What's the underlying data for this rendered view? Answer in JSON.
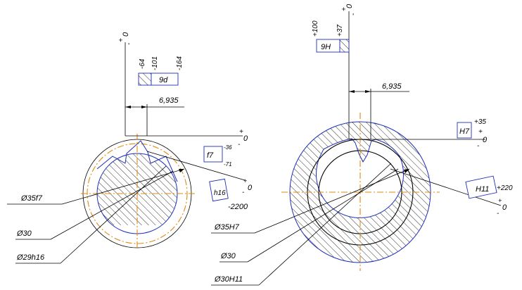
{
  "colors": {
    "outline": "#1f2fb8",
    "centerline": "#e08a12",
    "hatch": "#000000",
    "dimension": "#000000"
  },
  "shaft": {
    "zero_top": "0",
    "plus_top": "+",
    "minus_top": "-",
    "dev_9d_upper": "-64",
    "dev_9d_mid": "-101",
    "dev_9d_lower": "-164",
    "field_9d": "9d",
    "dim_6935": "6,935",
    "plus_base": "+",
    "zero_base": "0",
    "minus_base": "-",
    "field_f7": "f7",
    "dev_f7_upper": "-36",
    "dev_f7_lower": "-71",
    "field_h16": "h16",
    "plus_h16": "+",
    "zero_h16": "0",
    "minus_h16": "-",
    "dev_h16_lower": "-2200",
    "label_d_f7": "Ø35f7",
    "label_d_30": "Ø30",
    "label_d_h16": "Ø29h16"
  },
  "hub": {
    "plus_top": "+",
    "zero_top": "0",
    "minus_top": "-",
    "dev_9h_upper": "+100",
    "dev_9h_lower": "+37",
    "field_9h": "9H",
    "dim_6935": "6,935",
    "field_h7": "H7",
    "dev_h7_upper": "+35",
    "plus_h7": "+",
    "zero_h7": "0",
    "minus_h7": "-",
    "field_h11": "H11",
    "dev_h11_upper": "+220",
    "plus_h11": "+",
    "zero_h11": "0",
    "minus_h11": "-",
    "label_d_h7": "Ø35H7",
    "label_d_30": "Ø30",
    "label_d_h11": "Ø30H11"
  }
}
